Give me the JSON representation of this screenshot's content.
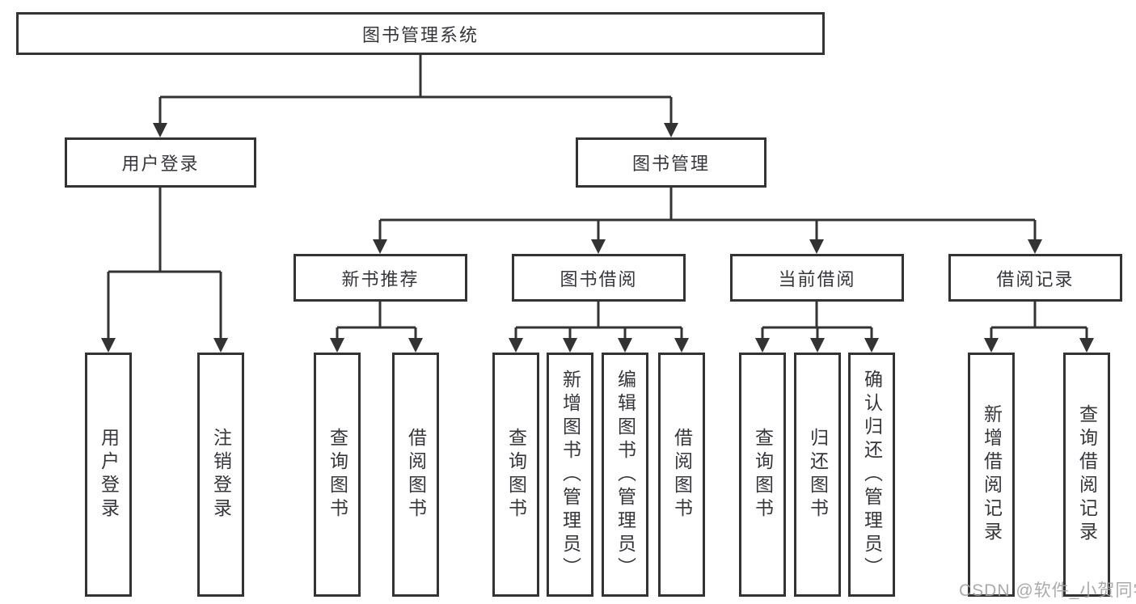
{
  "diagram": {
    "root": {
      "label": "图书管理系统"
    },
    "user_login": {
      "label": "用户登录",
      "children": [
        {
          "label": "用户登录"
        },
        {
          "label": "注销登录"
        }
      ]
    },
    "book_mgmt": {
      "label": "图书管理",
      "sections": [
        {
          "label": "新书推荐",
          "children": [
            {
              "label": "查询图书"
            },
            {
              "label": "借阅图书"
            }
          ]
        },
        {
          "label": "图书借阅",
          "children": [
            {
              "label": "查询图书"
            },
            {
              "label": "新增图书（管理员）"
            },
            {
              "label": "编辑图书（管理员）"
            },
            {
              "label": "借阅图书"
            }
          ]
        },
        {
          "label": "当前借阅",
          "children": [
            {
              "label": "查询图书"
            },
            {
              "label": "归还图书"
            },
            {
              "label": "确认归还（管理员）"
            }
          ]
        },
        {
          "label": "借阅记录",
          "children": [
            {
              "label": "新增借阅记录"
            },
            {
              "label": "查询借阅记录"
            }
          ]
        }
      ]
    }
  },
  "colors": {
    "line": "#333333",
    "text": "#36363b",
    "watermark": "#9e9e9e"
  },
  "watermark": "CSDN @软件_小贺同学"
}
